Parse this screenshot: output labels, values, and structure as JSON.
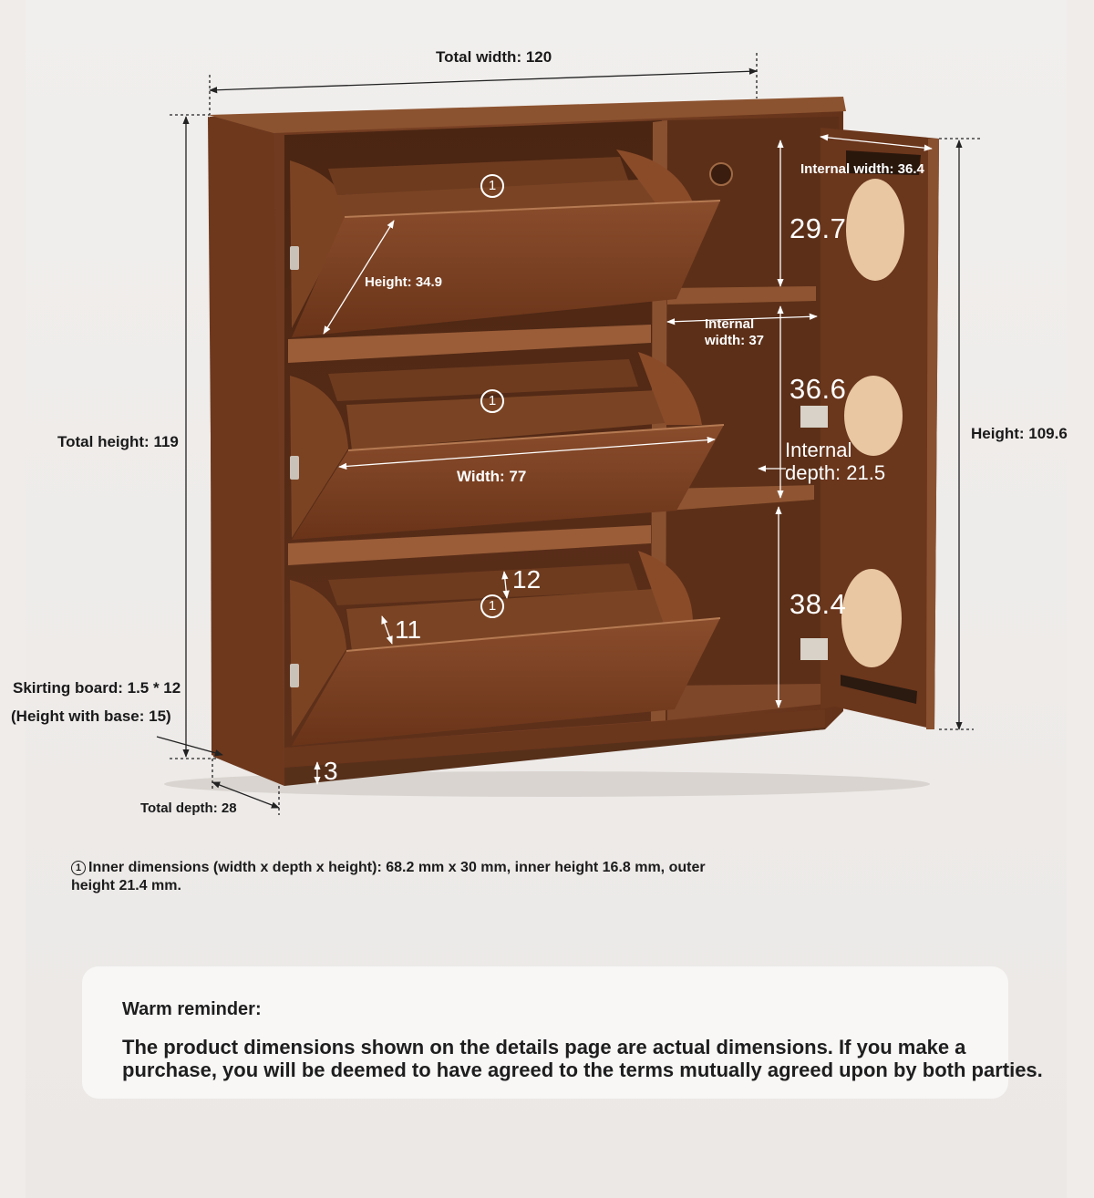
{
  "labels": {
    "total_width": "Total width: 120",
    "total_height": "Total height: 119",
    "total_depth": "Total depth: 28",
    "skirting": "Skirting board: 1.5 * 12",
    "height_with_base": "(Height with base: 15)",
    "flap_height": "Height: 34.9",
    "flap_width": "Width: 77",
    "internal_width_door": "Internal width: 36.4",
    "internal_width_shelf": "Internal\nwidth: 37",
    "internal_depth": "Internal\ndepth: 21.5",
    "door_height": "Height: 109.6",
    "compartment_1": "29.7",
    "compartment_2": "36.6",
    "compartment_3": "38.4",
    "slat_12": "12",
    "slat_11": "11",
    "base_3": "3",
    "compartment_mark": "1"
  },
  "note": {
    "symbol": "1",
    "text": "Inner dimensions (width x depth x height): 68.2 mm x 30 mm, inner height 16.8 mm, outer height 21.4 mm."
  },
  "reminder": {
    "title": "Warm reminder:",
    "body": "The product dimensions shown on the details page are actual dimensions. If you make a purchase, you will be deemed to have agreed to the terms mutually agreed upon by both parties."
  },
  "colors": {
    "wood_dark": "#5a2f18",
    "wood_mid": "#7a4226",
    "wood_light": "#9a5c38",
    "vent": "#e9c9a6",
    "background": "#efecea",
    "reminder_box": "#f8f7f6"
  }
}
